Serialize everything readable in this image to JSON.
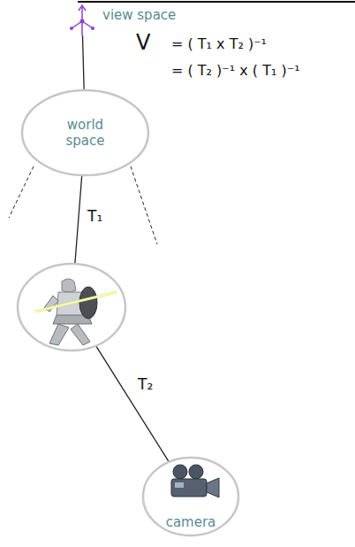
{
  "diagram": {
    "nodes": [
      {
        "text": [
          "view space"
        ]
      },
      {
        "text": [
          "world space"
        ]
      },
      {
        "text": []
      },
      {
        "text": [
          "camera"
        ]
      }
    ],
    "edges": [
      {
        "from": 0,
        "to": 1,
        "arrow": "none"
      },
      {
        "from": 1,
        "to": 2,
        "label": "T₁",
        "arrow": "none"
      },
      {
        "from": 2,
        "to": 3,
        "label": "T₂",
        "arrow": "none"
      }
    ],
    "labels": [
      "V",
      "= ( T₁ x T₂ )⁻¹",
      "= ( T₂ )⁻¹ x ( T₁ )⁻¹"
    ]
  }
}
